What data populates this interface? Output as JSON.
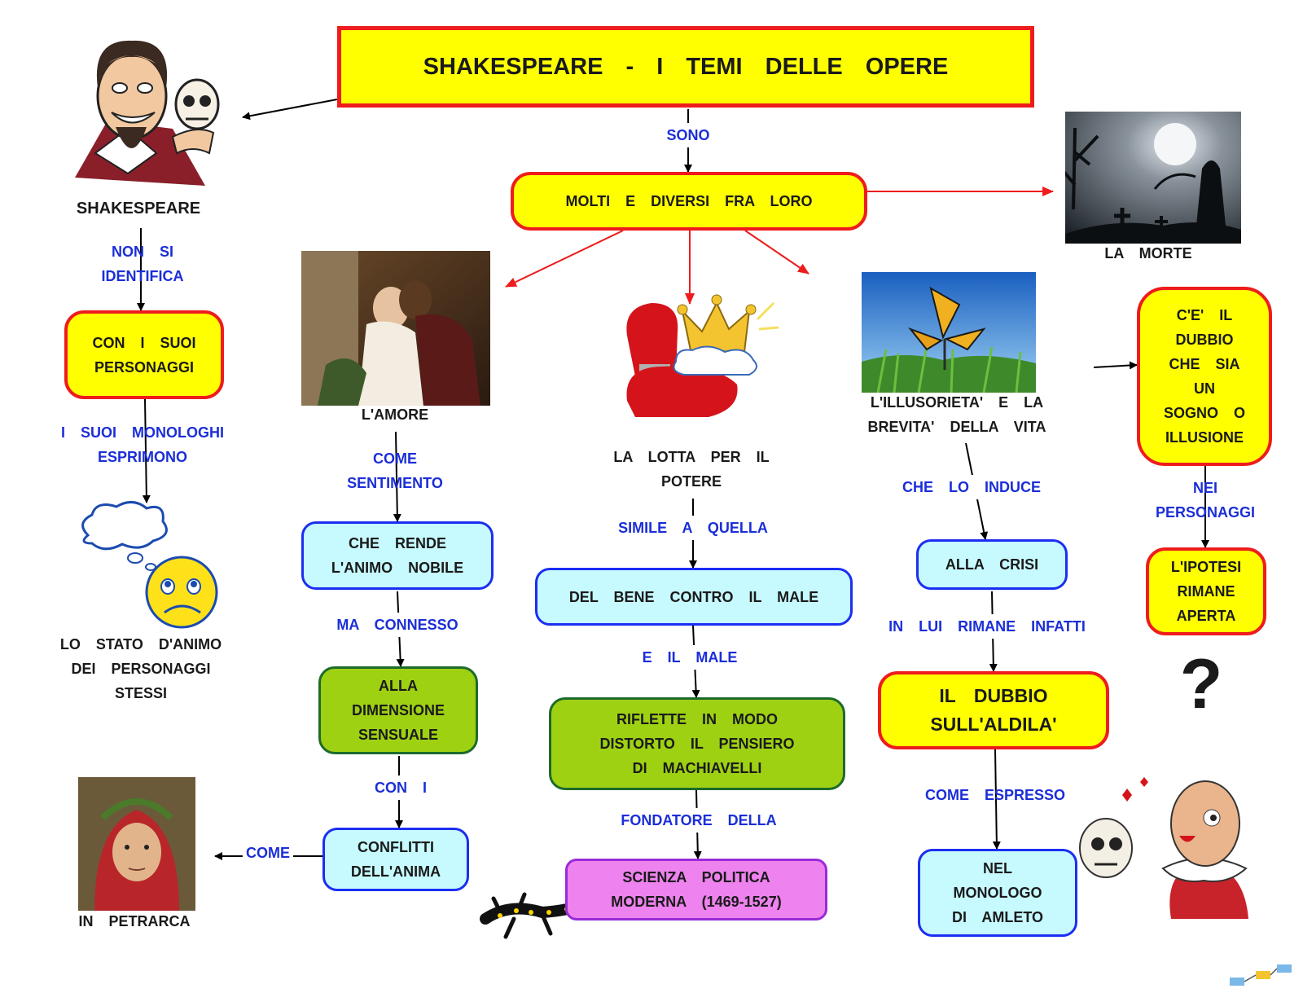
{
  "title": "SHAKESPEARE    - I  TEMI   DELLE   OPERE",
  "nodes": {
    "molti": "MOLTI  E  DIVERSI  FRA  LORO",
    "con_suoi": "CON  I  SUOI\nPERSONAGGI",
    "che_rende": "CHE   RENDE\nL'ANIMO   NOBILE",
    "alla_dimensione": "ALLA\nDIMENSIONE\nSENSUALE",
    "conflitti": "CONFLITTI\nDELL'ANIMA",
    "del_bene": "DEL  BENE   CONTRO  IL  MALE",
    "riflette": "RIFLETTE   IN   MODO\nDISTORTO   IL   PENSIERO\nDI   MACHIAVELLI",
    "scienza": "SCIENZA   POLITICA\nMODERNA   (1469-1527)",
    "alla_crisi": "ALLA   CRISI",
    "il_dubbio": "IL   DUBBIO\nSULL'ALDILA'",
    "nel_monologo": "NEL\nMONOLOGO\nDI   AMLETO",
    "ce_dubbio": "C'E'  IL\nDUBBIO\nCHE  SIA\nUN\nSOGNO   O\nILLUSIONE",
    "ipotesi": "L'IPOTESI\nRIMANE\nAPERTA"
  },
  "captions": {
    "shakespeare": "SHAKESPEARE",
    "stato_animo": "LO    STATO    D'ANIMO\nDEI    PERSONAGGI\nSTESSI",
    "amore": "L'AMORE",
    "lotta": "LA   LOTTA   PER  IL\nPOTERE",
    "morte": "LA    MORTE",
    "illusorieta": "L'ILLUSORIETA'      E  LA\nBREVITA'     DELLA     VITA",
    "petrarca": "IN     PETRARCA",
    "question_mark": "?"
  },
  "link_labels": {
    "sono": "SONO",
    "non_si": "NON  SI\nIDENTIFICA",
    "monologhi": "I  SUOI     MONOLOGHI\nESPRIMONO",
    "come_sentimento": "COME\nSENTIMENTO",
    "ma_connesso": "MA    CONNESSO",
    "con_i": "CON   I",
    "come_petrarca": "COME",
    "simile": "SIMILE   A   QUELLA",
    "e_il_male": "E  IL   MALE",
    "fondatore": "FONDATORE      DELLA",
    "che_lo_induce": "CHE   LO   INDUCE",
    "in_lui": "IN   LUI    RIMANE     INFATTI",
    "come_espresso": "COME      ESPRESSO",
    "nei_personaggi": "NEI\nPERSONAGGI"
  },
  "colors": {
    "yellow_fill": "#ffff00",
    "yellow_border": "#ee1c1c",
    "cyan_fill": "#c7faff",
    "cyan_border": "#1b2ef2",
    "green_fill": "#9fd113",
    "pink_fill": "#ee82ee",
    "link_label": "#1b2ed8",
    "arrow_black": "#000000",
    "arrow_red": "#ee1c1c"
  },
  "images": [
    "shakespeare-cartoon",
    "romeo-juliet-painting",
    "boxing-gloves-crown",
    "death-reaper-cemetery",
    "butterfly-meadow",
    "thought-cloud-sad-face",
    "petrarca-portrait",
    "salamander",
    "hamlet-skull-cartoon",
    "cmap-logo"
  ]
}
